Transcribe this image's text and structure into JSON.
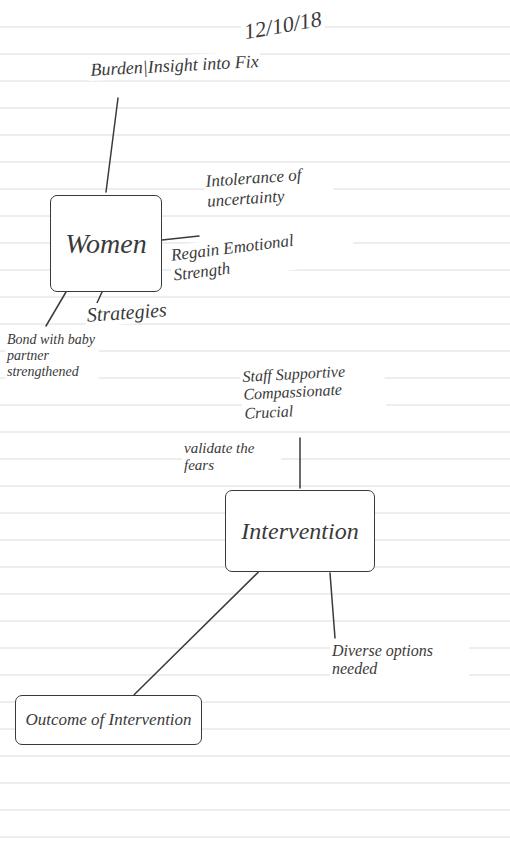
{
  "diagram": {
    "nodes": [
      {
        "text": [
          "Women"
        ]
      },
      {
        "text": [
          "Intervention"
        ]
      },
      {
        "text": [
          "Outcome of Intervention"
        ]
      }
    ],
    "edges": [
      {
        "from": 1,
        "to": 2,
        "arrow": "none"
      }
    ],
    "labels": [
      "12/10/18",
      "Burden|Insight into Fix",
      "Intolerance of uncertainty",
      "Regain Emotional Strength",
      "Strategies",
      "Bond with baby partner strengthened",
      "Staff Supportive Compassionate Crucial",
      "validate the fears",
      "Diverse options needed"
    ]
  }
}
